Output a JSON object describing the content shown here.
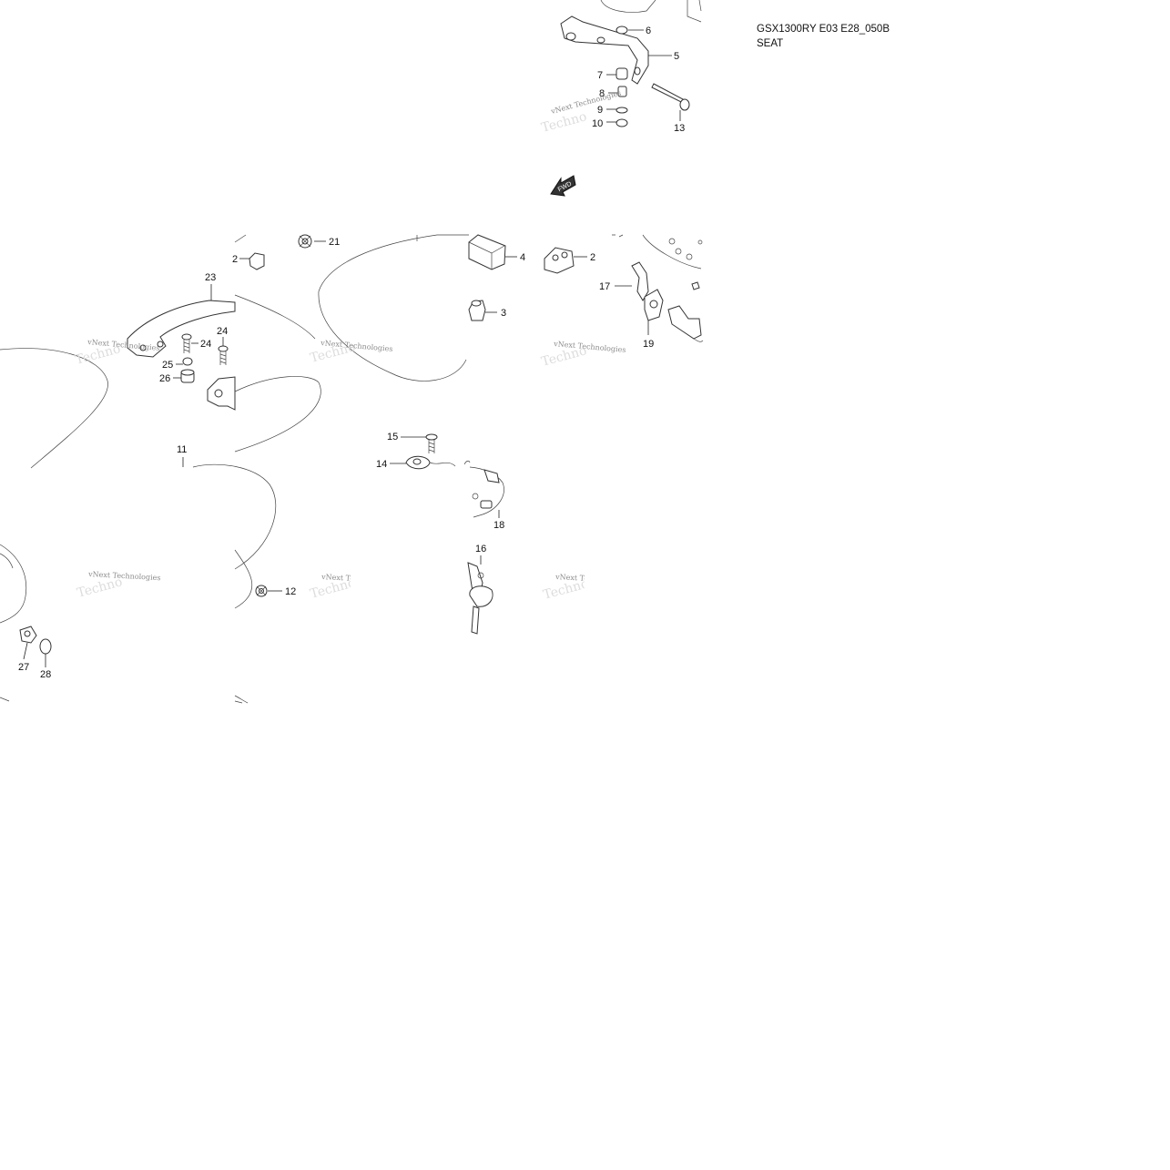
{
  "header": {
    "model_code": "GSX1300RY E03 E28_050B",
    "section_title": "SEAT"
  },
  "arrow_label": "FWD",
  "watermark": "vNext Technologies",
  "watermark_ghost": "Techno",
  "callouts": [
    "2",
    "2",
    "3",
    "4",
    "5",
    "6",
    "7",
    "8",
    "9",
    "10",
    "11",
    "12",
    "13",
    "14",
    "15",
    "16",
    "17",
    "18",
    "19",
    "21",
    "23",
    "24",
    "24",
    "25",
    "26",
    "27",
    "28"
  ]
}
